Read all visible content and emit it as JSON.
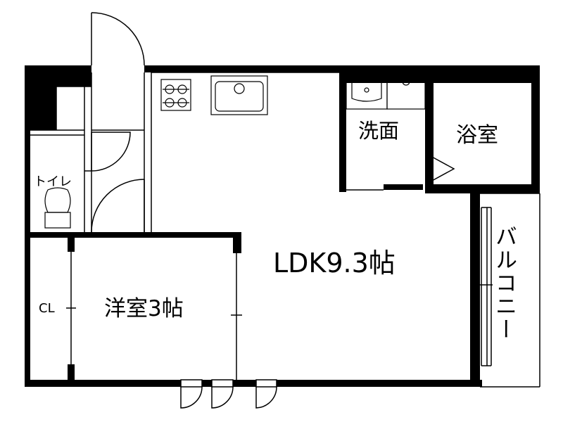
{
  "rooms": {
    "ldk": "LDK9.3帖",
    "western": "洋室3帖",
    "closet": "CL",
    "toilet": "トイレ",
    "washroom": "洗面",
    "bathroom": "浴室",
    "balcony": "バルコニー"
  },
  "colors": {
    "wall": "#000000",
    "line": "#000000",
    "background": "#ffffff"
  }
}
